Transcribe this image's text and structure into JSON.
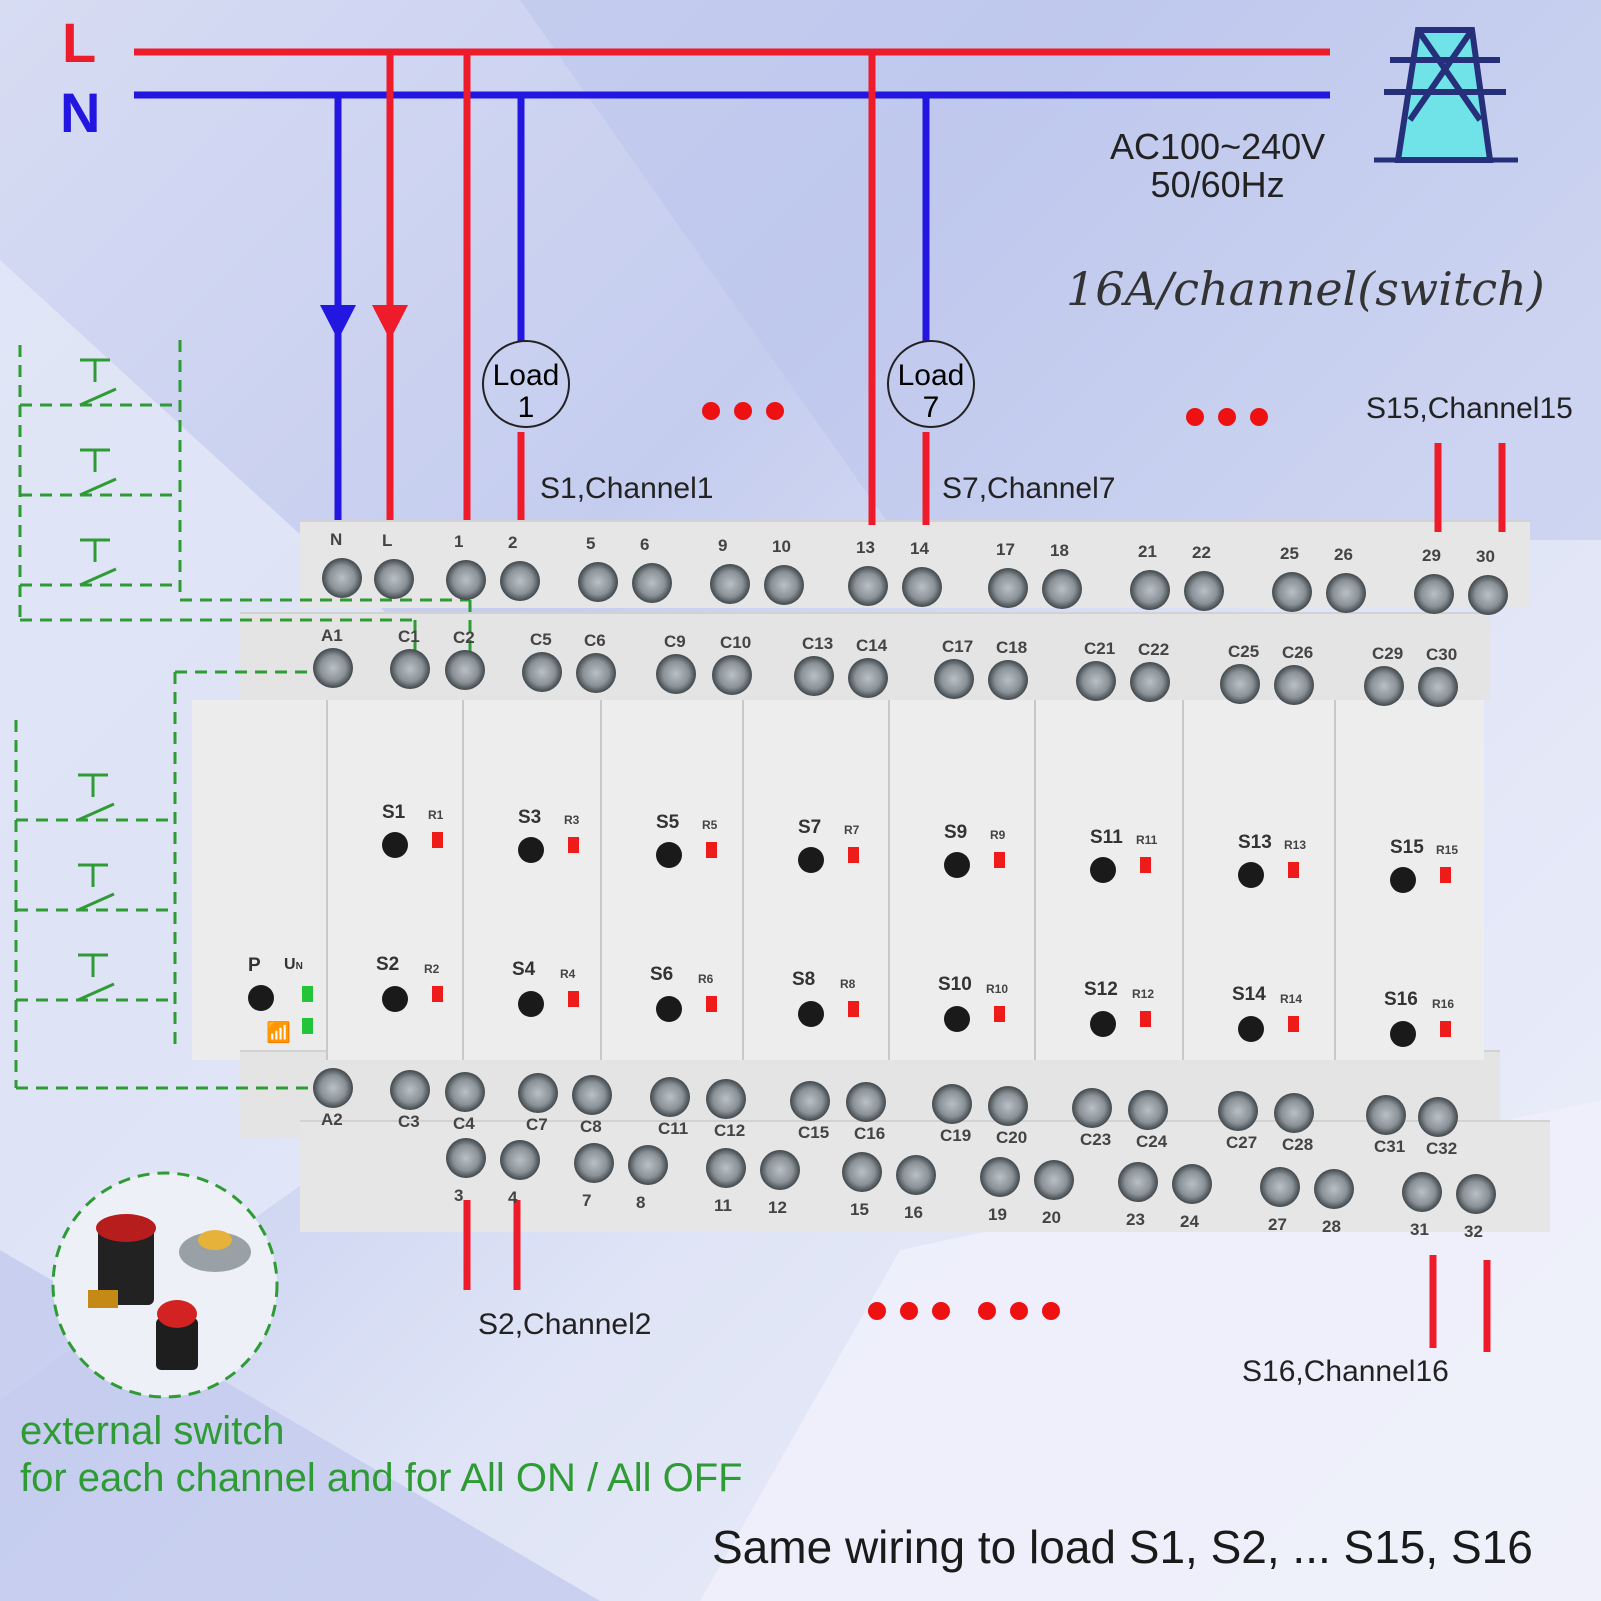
{
  "lines": {
    "live": "L",
    "neutral": "N"
  },
  "supply": {
    "voltage": "AC100~240V",
    "frequency": "50/60Hz"
  },
  "rating": "16A/channel(switch)",
  "loads": [
    {
      "line1": "Load",
      "line2": "1"
    },
    {
      "line1": "Load",
      "line2": "7"
    }
  ],
  "channel_labels": {
    "c1": "S1,Channel1",
    "c7": "S7,Channel7",
    "c15": "S15,Channel15",
    "c2": "S2,Channel2",
    "c16": "S16,Channel16"
  },
  "external": {
    "line1": "external switch",
    "line2": "for each channel and for All ON / All OFF"
  },
  "footer": "Same wiring to load S1, S2, ... S15, S16",
  "device": {
    "power_button": "P",
    "un_label": "U",
    "un_sub": "N",
    "switches_top": [
      "S1",
      "S3",
      "S5",
      "S7",
      "S9",
      "S11",
      "S13",
      "S15"
    ],
    "switches_bottom": [
      "S2",
      "S4",
      "S6",
      "S8",
      "S10",
      "S12",
      "S14",
      "S16"
    ],
    "leds_top": [
      "R1",
      "R3",
      "R5",
      "R7",
      "R9",
      "R11",
      "R13",
      "R15"
    ],
    "leds_bottom": [
      "R2",
      "R4",
      "R6",
      "R8",
      "R10",
      "R12",
      "R14",
      "R16"
    ]
  },
  "terminals": {
    "top_row": [
      "N",
      "L",
      "1",
      "2",
      "5",
      "6",
      "9",
      "10",
      "13",
      "14",
      "17",
      "18",
      "21",
      "22",
      "25",
      "26",
      "29",
      "30"
    ],
    "second_row": [
      "A1",
      "C1",
      "C2",
      "C5",
      "C6",
      "C9",
      "C10",
      "C13",
      "C14",
      "C17",
      "C18",
      "C21",
      "C22",
      "C25",
      "C26",
      "C29",
      "C30"
    ],
    "third_row": [
      "A2",
      "C3",
      "C4",
      "C7",
      "C8",
      "C11",
      "C12",
      "C15",
      "C16",
      "C19",
      "C20",
      "C23",
      "C24",
      "C27",
      "C28",
      "C31",
      "C32"
    ],
    "bottom_row": [
      "3",
      "4",
      "7",
      "8",
      "11",
      "12",
      "15",
      "16",
      "19",
      "20",
      "23",
      "24",
      "27",
      "28",
      "31",
      "32"
    ]
  },
  "colors": {
    "live": "#ee1b2b",
    "neutral": "#2216e0",
    "switch_wire": "#2e9b34"
  }
}
